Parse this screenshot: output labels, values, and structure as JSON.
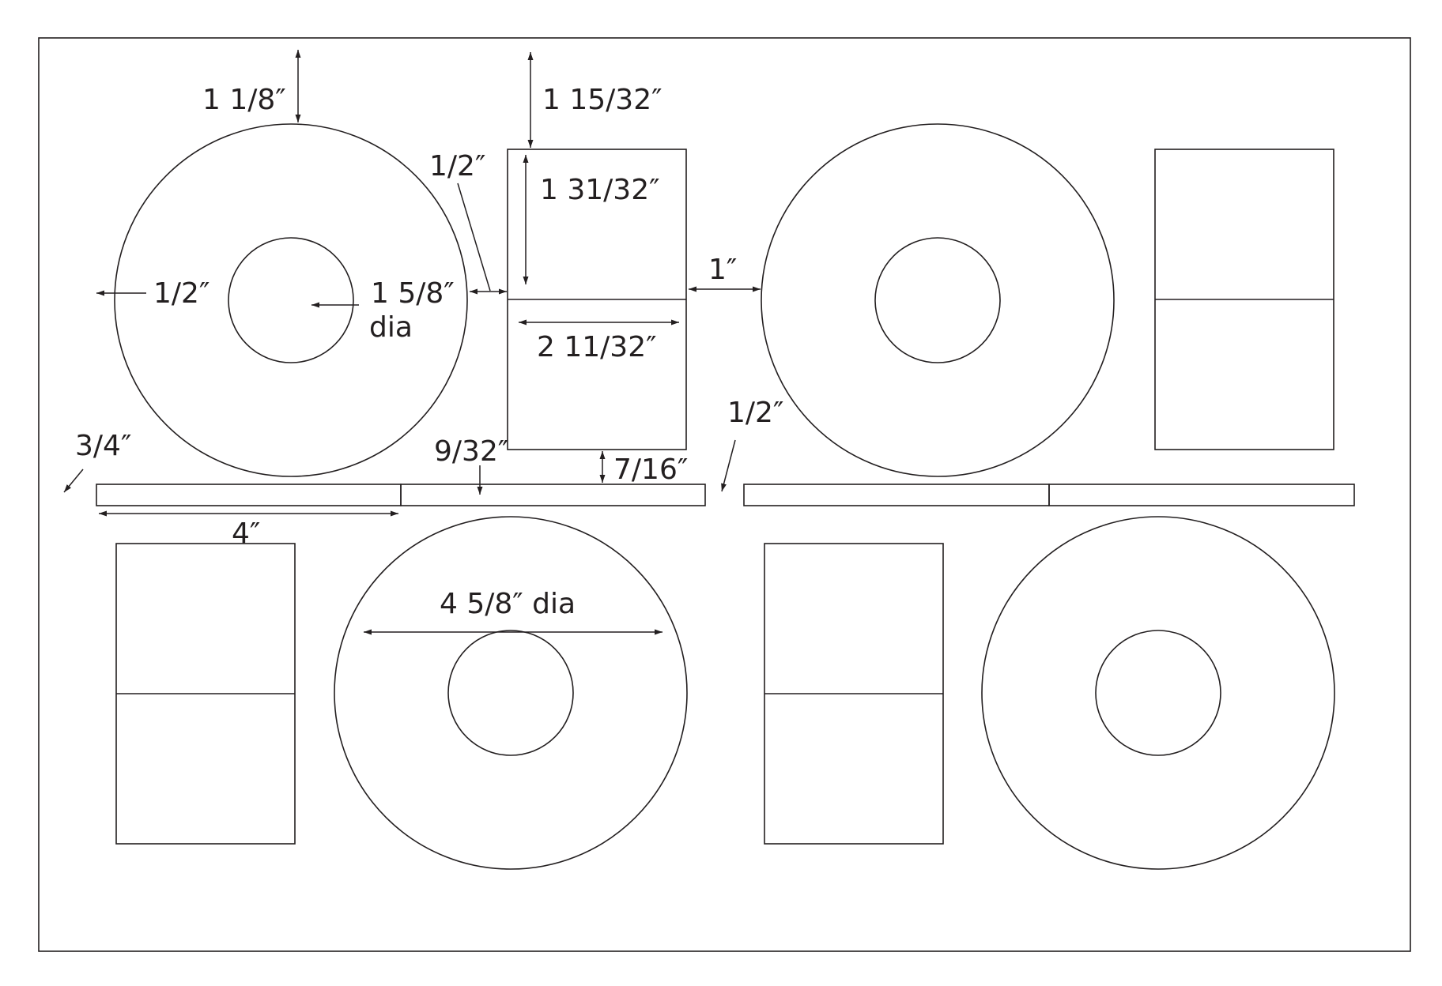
{
  "colors": {
    "line": "#231f20",
    "background": "#ffffff"
  },
  "dimensions": {
    "top_margin_disc": "1 1/8″",
    "top_margin_insert": "1 15/32″",
    "gap_disc_to_insert": "1/2″",
    "insert_half_height": "1 31/32″",
    "left_margin": "1/2″",
    "hole_diameter_value": "1 5/8″",
    "hole_diameter_suffix": "dia",
    "gap_insert_to_disc": "1″",
    "insert_width": "2 11/32″",
    "spine_gap_right": "1/2″",
    "spine_left_margin": "3/4″",
    "spine_height": "9/32″",
    "insert_to_spine_gap": "7/16″",
    "spine_segment_width": "4″",
    "disc_diameter": "4 5/8″ dia"
  }
}
